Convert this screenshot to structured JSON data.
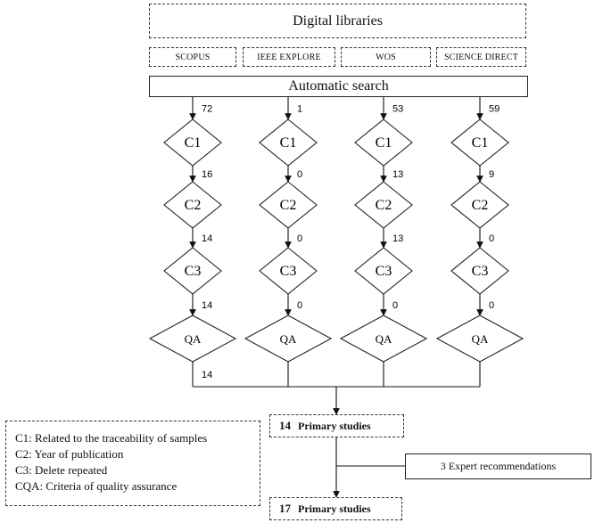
{
  "header": {
    "title": "Digital libraries"
  },
  "sources": [
    "SCOPUS",
    "IEEE EXPLORE",
    "WOS",
    "SCIENCE DIRECT"
  ],
  "search": {
    "label": "Automatic search"
  },
  "columns": [
    {
      "counts": [
        "72",
        "16",
        "14",
        "14",
        "14"
      ]
    },
    {
      "counts": [
        "1",
        "0",
        "0",
        "0"
      ]
    },
    {
      "counts": [
        "53",
        "13",
        "13",
        "0"
      ]
    },
    {
      "counts": [
        "59",
        "9",
        "0",
        "0"
      ]
    }
  ],
  "nodes": [
    "C1",
    "C2",
    "C3",
    "QA"
  ],
  "results": {
    "first": {
      "count": "14",
      "label": "Primary studies"
    },
    "expert": "3  Expert recommendations",
    "final": {
      "count": "17",
      "label": "Primary studies"
    }
  },
  "legend": [
    "C1: Related to the traceability of samples",
    "C2: Year of publication",
    "C3: Delete repeated",
    "CQA: Criteria of quality assurance"
  ]
}
